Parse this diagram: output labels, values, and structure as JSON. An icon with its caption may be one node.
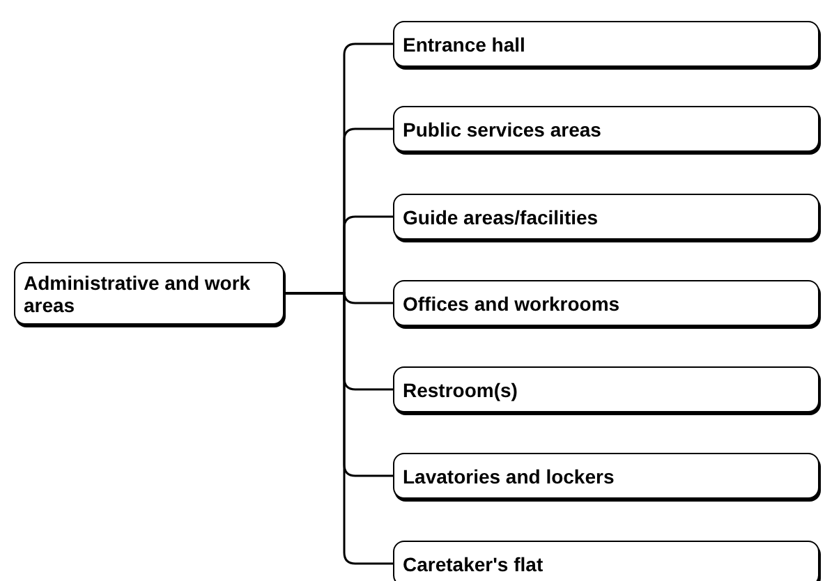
{
  "diagram": {
    "nodes": [
      {
        "text": [
          "Administrative and work areas"
        ]
      },
      {
        "text": [
          "Entrance hall"
        ]
      },
      {
        "text": [
          "Public services areas"
        ]
      },
      {
        "text": [
          "Guide areas/facilities"
        ]
      },
      {
        "text": [
          "Offices and workrooms"
        ]
      },
      {
        "text": [
          "Restroom(s)"
        ]
      },
      {
        "text": [
          "Lavatories and lockers"
        ]
      },
      {
        "text": [
          "Caretaker's flat"
        ]
      }
    ],
    "edges": [
      {
        "from": 0,
        "to": 1,
        "arrow": "none"
      },
      {
        "from": 0,
        "to": 2,
        "arrow": "none"
      },
      {
        "from": 0,
        "to": 3,
        "arrow": "none"
      },
      {
        "from": 0,
        "to": 4,
        "arrow": "none"
      },
      {
        "from": 0,
        "to": 5,
        "arrow": "none"
      },
      {
        "from": 0,
        "to": 6,
        "arrow": "none"
      },
      {
        "from": 0,
        "to": 7,
        "arrow": "none"
      }
    ]
  }
}
